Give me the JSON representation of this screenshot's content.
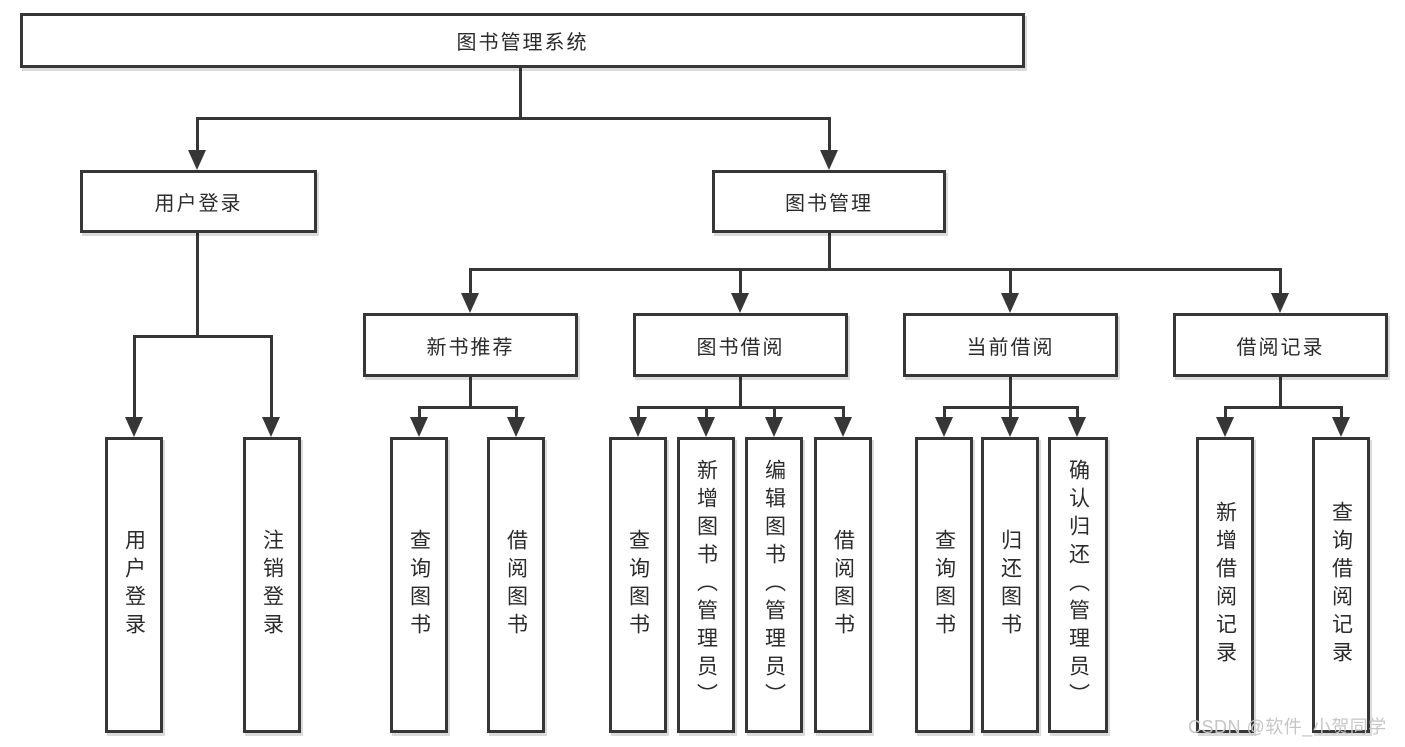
{
  "root": {
    "label": "图书管理系统"
  },
  "level2": {
    "user_login": {
      "label": "用户登录"
    },
    "book_management": {
      "label": "图书管理"
    }
  },
  "level3": {
    "new_book_recommend": {
      "label": "新书推荐"
    },
    "book_borrow": {
      "label": "图书借阅"
    },
    "current_borrow": {
      "label": "当前借阅"
    },
    "borrow_records": {
      "label": "借阅记录"
    }
  },
  "leaves": {
    "user_login": [
      "用户登录",
      "注销登录"
    ],
    "new_book_recommend": [
      "查询图书",
      "借阅图书"
    ],
    "book_borrow": [
      "查询图书",
      "新增图书（管理员）",
      "编辑图书（管理员）",
      "借阅图书"
    ],
    "current_borrow": [
      "查询图书",
      "归还图书",
      "确认归还（管理员）"
    ],
    "borrow_records": [
      "新增借阅记录",
      "查询借阅记录"
    ]
  },
  "watermark": {
    "text": "CSDN @软件_小贺同学"
  },
  "colors": {
    "line": "#363636",
    "text": "#2b2b2b",
    "box_background": "#ffffff",
    "page_background": "#ffffff",
    "watermark": "#c6c6c6"
  }
}
